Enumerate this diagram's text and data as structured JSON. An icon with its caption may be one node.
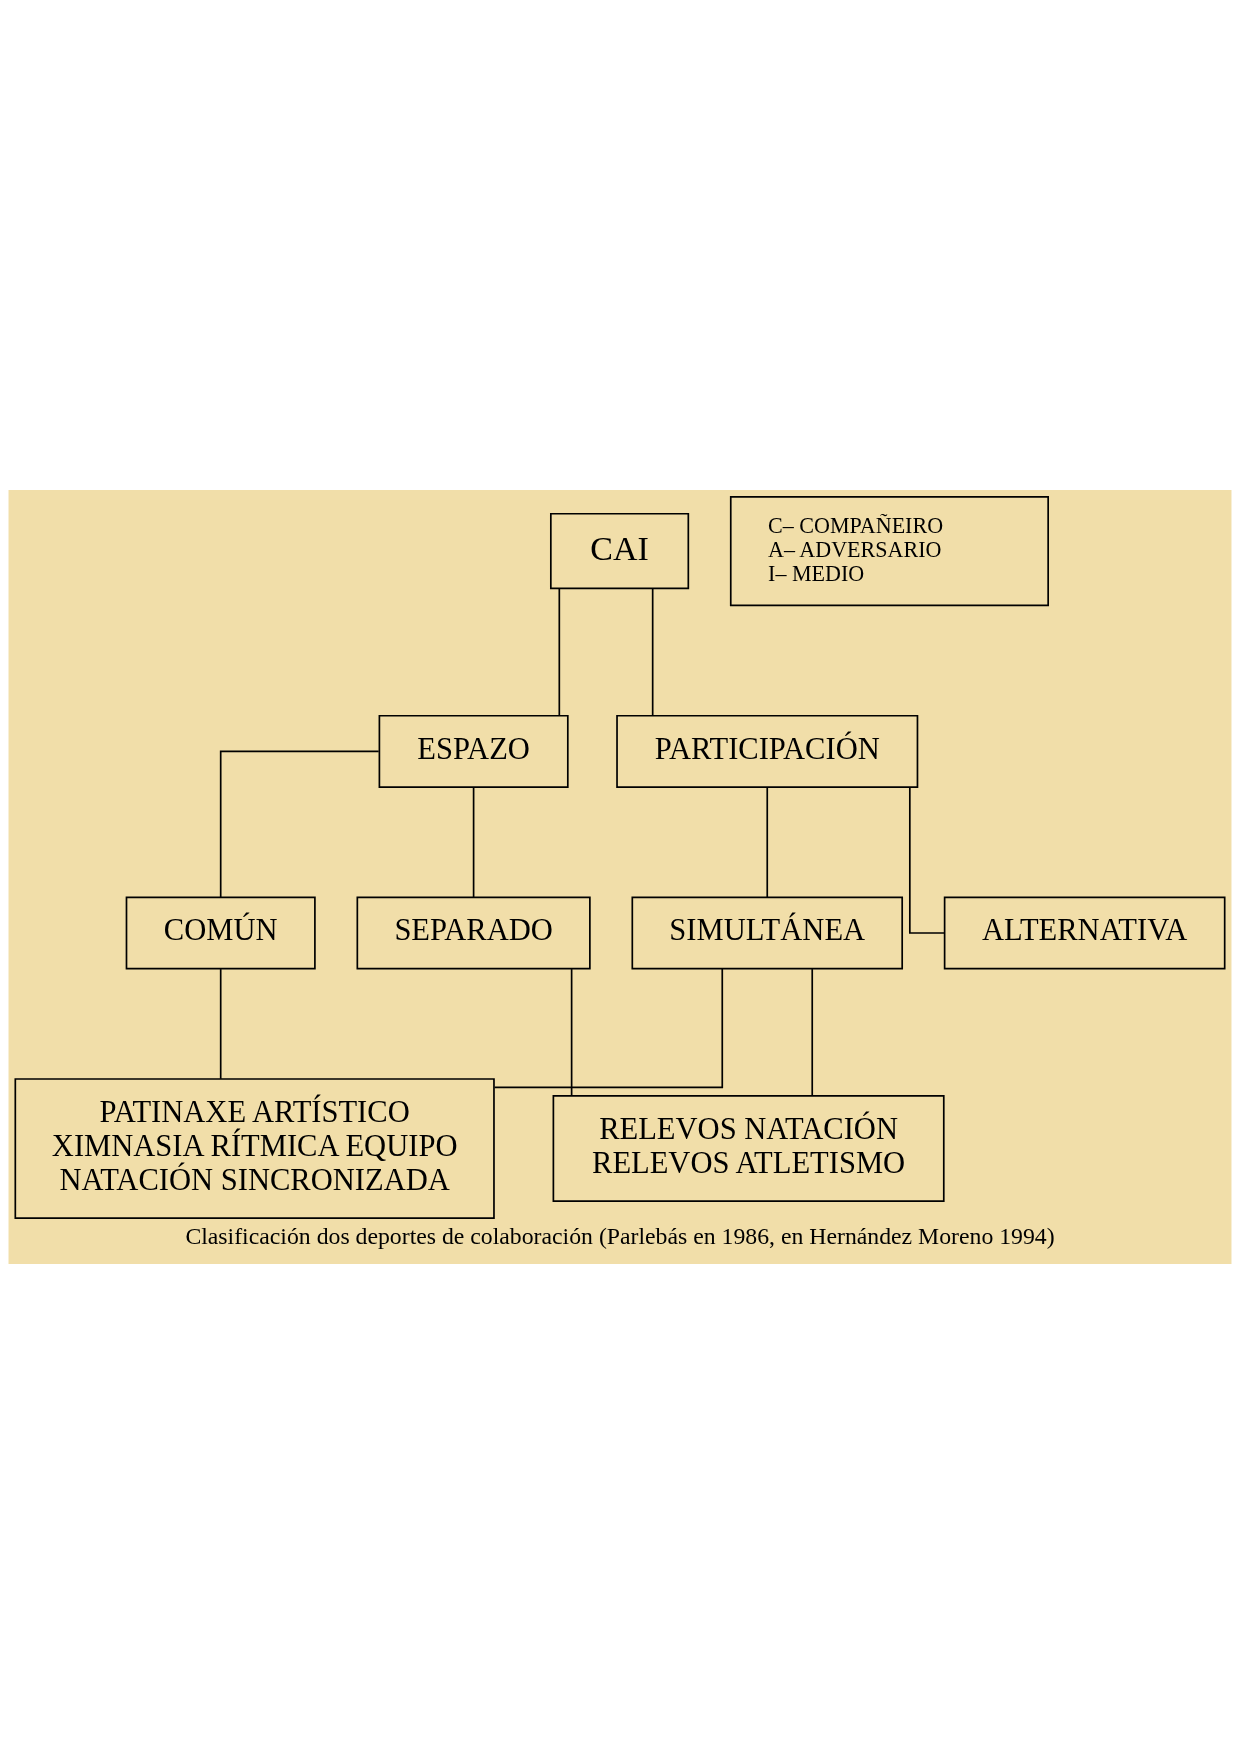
{
  "diagram": {
    "caption": "Clasificación dos deportes de colaboración (Parlebás en 1986, en Hernández Moreno 1994)",
    "nodes": [
      {
        "text": [
          "CAI"
        ]
      },
      {
        "text": [
          "ESPAZO"
        ]
      },
      {
        "text": [
          "PARTICIPACIÓN"
        ]
      },
      {
        "text": [
          "SEPARADO"
        ]
      },
      {
        "text": [
          "COMÚN"
        ]
      },
      {
        "text": [
          "SIMULTÁNEA"
        ]
      },
      {
        "text": [
          "ALTERNATIVA"
        ]
      },
      {
        "text": [
          "PATINAXE ARTÍSTICO",
          "XIMNASIA RÍTMICA EQUIPO",
          "NATACIÓN SINCRONIZADA"
        ]
      },
      {
        "text": [
          "RELEVOS NATACIÓN",
          "RELEVOS ATLETISMO"
        ]
      },
      {
        "text": [
          "C– COMPAÑEIRO",
          "A– ADVERSARIO",
          "I– MEDIO"
        ]
      }
    ],
    "edges": [
      {
        "from": 0,
        "to": 1,
        "arrow": "none"
      },
      {
        "from": 0,
        "to": 2,
        "arrow": "none"
      },
      {
        "from": 1,
        "to": 3,
        "arrow": "none"
      },
      {
        "from": 1,
        "to": 4,
        "arrow": "none"
      },
      {
        "from": 2,
        "to": 5,
        "arrow": "none"
      },
      {
        "from": 2,
        "to": 6,
        "arrow": "none"
      },
      {
        "from": 4,
        "to": 7,
        "arrow": "none"
      },
      {
        "from": 5,
        "to": 7,
        "arrow": "none"
      },
      {
        "from": 3,
        "to": 8,
        "arrow": "none"
      },
      {
        "from": 5,
        "to": 8,
        "arrow": "none"
      }
    ]
  }
}
